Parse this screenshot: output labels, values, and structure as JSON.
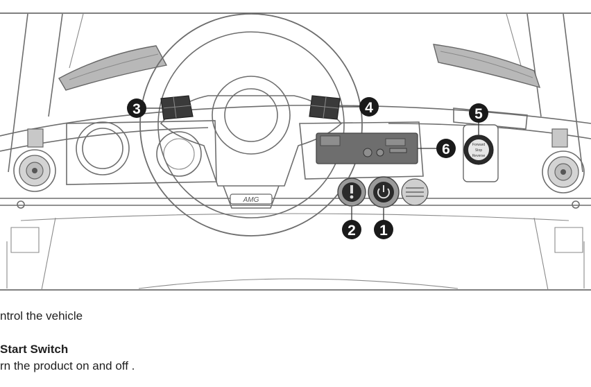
{
  "figure": {
    "brand_badge": "AMG",
    "selector_labels": [
      "Forward",
      "Stop",
      "Reverse"
    ],
    "callouts": [
      {
        "id": "1",
        "label": "1",
        "target": "start-switch"
      },
      {
        "id": "2",
        "label": "2",
        "target": "horn-button"
      },
      {
        "id": "3",
        "label": "3",
        "target": "left-wheel-buttons"
      },
      {
        "id": "4",
        "label": "4",
        "target": "right-wheel-buttons"
      },
      {
        "id": "5",
        "label": "5",
        "target": "direction-selector"
      },
      {
        "id": "6",
        "label": "6",
        "target": "control-panel"
      }
    ]
  },
  "text": {
    "intro": "ntrol the vehicle",
    "heading": "Start Switch",
    "body": "rn the product on and off ."
  },
  "colors": {
    "callout_fill": "#1a1a1a",
    "line": "#6d6d6d",
    "panel": "#6e6e6e"
  }
}
